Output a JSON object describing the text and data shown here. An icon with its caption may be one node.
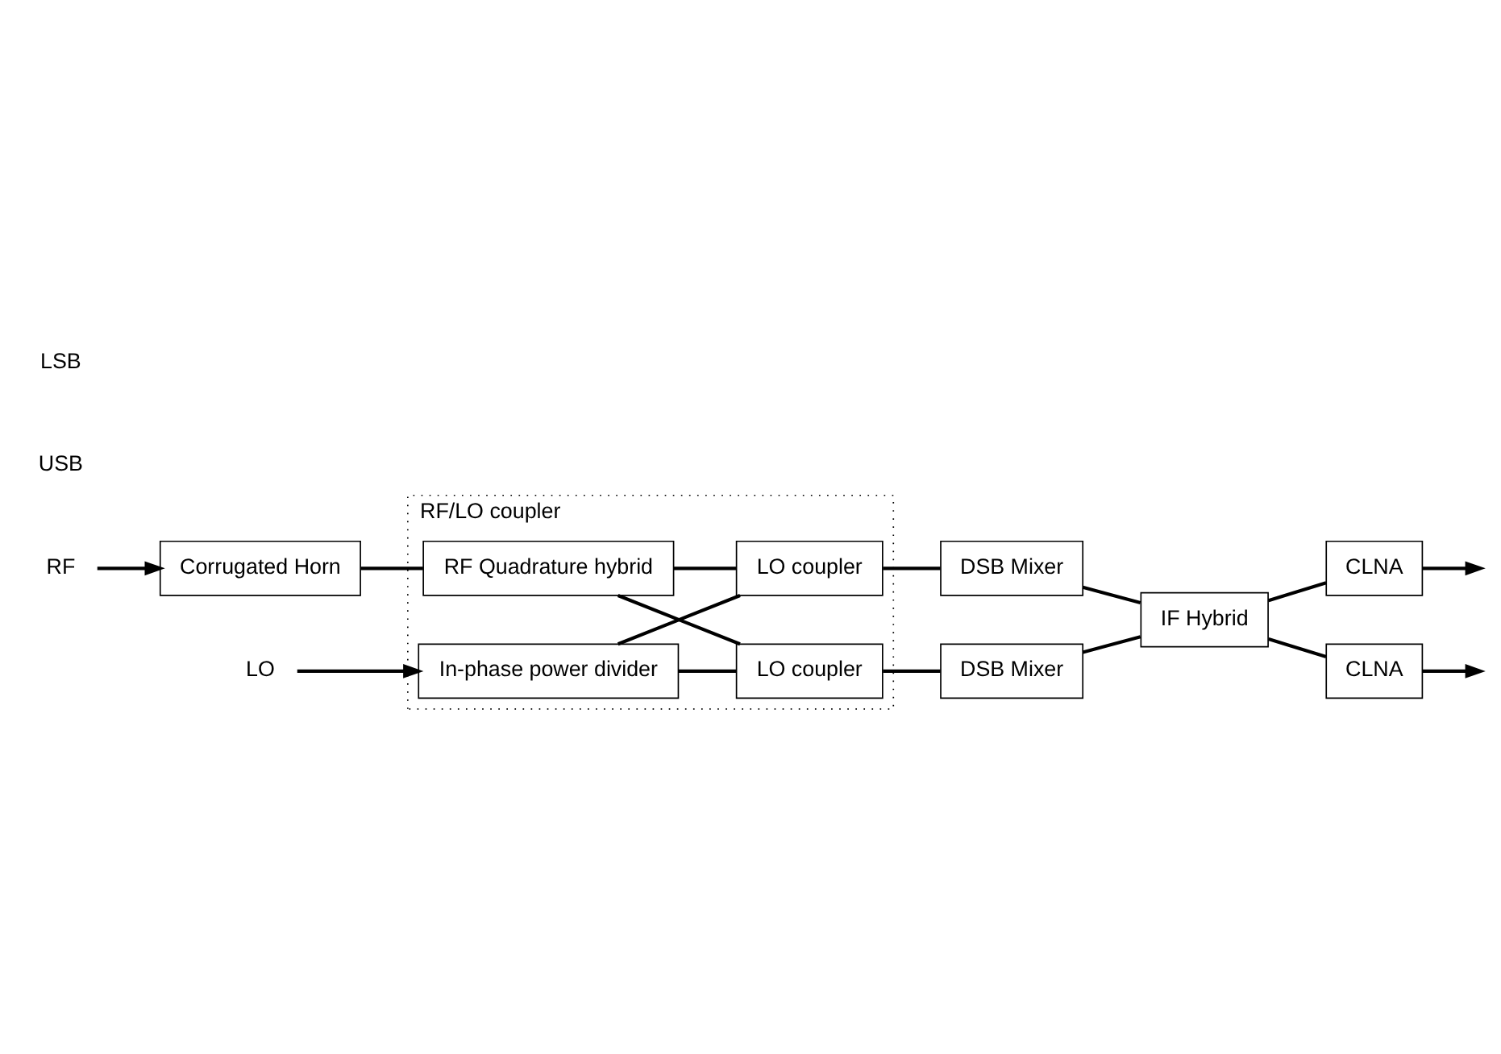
{
  "diagram": {
    "nodes": [
      {
        "text": [
          "DSB Mixer"
        ]
      },
      {
        "text": [
          "RF/LO coupler"
        ]
      },
      {
        "text": [
          "LO coupler"
        ],
        "in": 1
      },
      {
        "text": [
          "CLNA"
        ]
      },
      {
        "text": [
          "RF"
        ]
      },
      {
        "text": [
          "Corrugated Horn"
        ]
      },
      {
        "text": [
          "RF Quadrature hybrid"
        ],
        "in": 1
      },
      {
        "text": [
          "In-phase power divider"
        ],
        "in": 1
      },
      {
        "text": [
          "LO"
        ]
      },
      {
        "text": [
          "IF Hybrid"
        ]
      },
      {
        "text": [
          "LO coupler"
        ],
        "in": 1
      },
      {
        "text": [
          "CLNA"
        ]
      },
      {
        "text": [
          "DSB Mixer"
        ]
      }
    ],
    "edges": [
      {
        "from": 4,
        "to": 5,
        "arrow": "to"
      },
      {
        "from": 5,
        "to": 6,
        "arrow": "none"
      },
      {
        "from": 6,
        "to": 2,
        "arrow": "none"
      },
      {
        "from": 6,
        "to": 10,
        "arrow": "none"
      },
      {
        "from": 7,
        "to": 2,
        "arrow": "none"
      },
      {
        "from": 7,
        "to": 10,
        "arrow": "none"
      },
      {
        "from": 8,
        "to": 7,
        "arrow": "to"
      },
      {
        "from": 2,
        "to": 0,
        "arrow": "none"
      },
      {
        "from": 10,
        "to": 12,
        "arrow": "none"
      },
      {
        "from": 0,
        "to": 9,
        "arrow": "none"
      },
      {
        "from": 12,
        "to": 9,
        "arrow": "none"
      },
      {
        "from": 9,
        "to": 3,
        "arrow": "none"
      },
      {
        "from": 9,
        "to": 11,
        "arrow": "none"
      },
      {
        "from": 3,
        "to": null,
        "arrow": "to"
      },
      {
        "from": 11,
        "to": null,
        "arrow": "to"
      }
    ],
    "labels": [
      "USB",
      "LSB"
    ]
  }
}
